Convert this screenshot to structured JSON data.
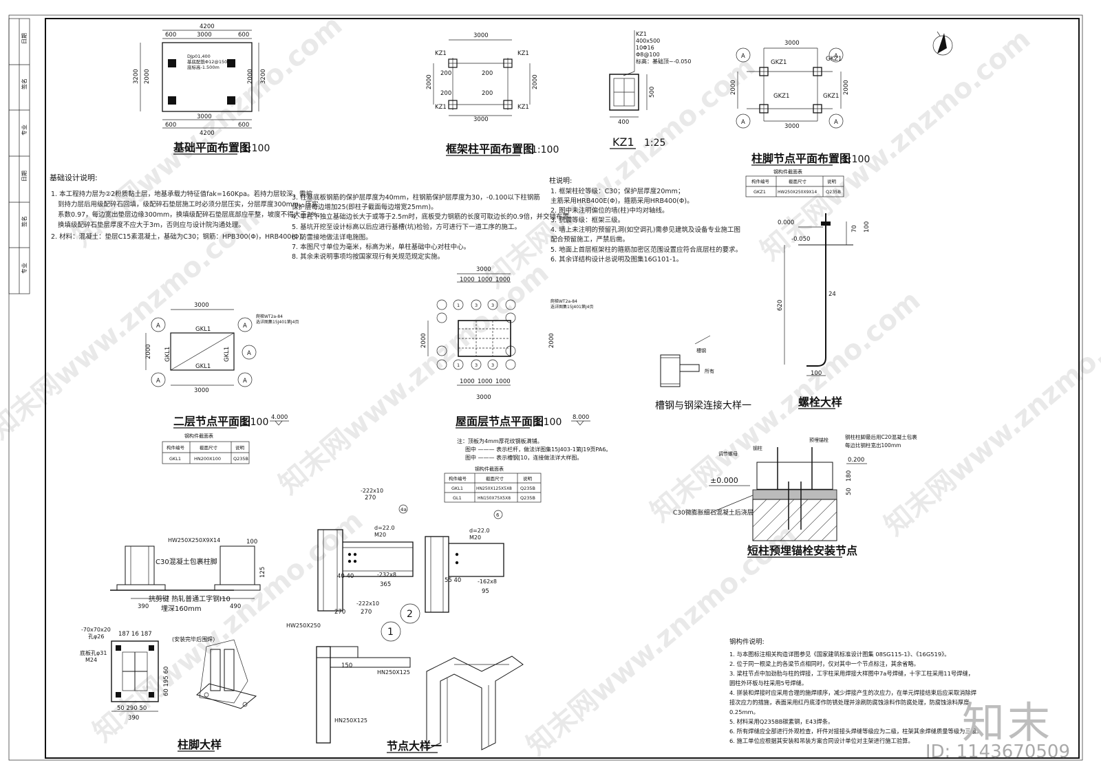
{
  "titles": {
    "foundation_plan": "基础平面布置图",
    "frame_column_plan": "框架柱平面布置图",
    "kz1": "KZ1",
    "column_base_plan": "柱脚节点平面布置图",
    "second_floor_plan": "二层节点平面图",
    "roof_plan": "屋面层节点平面图",
    "bolt_detail": "螺栓大样",
    "channel_beam_detail": "槽钢与钢梁连接大样一",
    "anchor_bolt_node": "短柱预埋锚栓安装节点",
    "column_base_detail": "柱脚大样",
    "joint_detail_1": "节点大样一"
  },
  "scales": {
    "s100": "1:100",
    "s25": "1:25"
  },
  "levels": {
    "second": "4.000",
    "roof": "8.000",
    "zero": "±0.000",
    "bolt_top": "0.000",
    "bolt_base": "-0.050",
    "anchor_top": "0.200"
  },
  "foundation_notes": {
    "heading": "基础设计说明:",
    "lines": [
      "1. 本工程持力层为②2粉质黏土层，地基承载力特征值fak=160Kpa。若持力层较深，需挖",
      "到持力层后用级配碎石回填，级配碎石垫层施工时必须分层压实，分层厚度300mm，压实",
      "系数0.97，每边宽出垫层边缘300mm，换填级配碎石垫层底部应平整，坡度不得大于3%，",
      "换填级配碎石垫层厚度不应大于3m，否则应与设计院沟通处理。",
      "2. 材料：混凝土：垫层C15素混凝土，基础为C30；钢筋：HPB300(Φ)，HRB400(Φ)。"
    ]
  },
  "middle_notes": {
    "lines": [
      "3. 柱基底板钢筋的保护层厚度为40mm，柱钢筋保护层厚度为30，-0.100以下柱钢筋",
      "   保护层每边增加25(即柱子截面每边增宽25mm)。",
      "4. 单柱下独立基础边长大于或等于2.5m时，底板受力钢筋的长度可取边长的0.9倍，并交错布置。",
      "5. 基坑开挖至设计标高以后应进行基槽(坑)检验，方可进行下一道工序的施工。",
      "6. 防雷接地做法详电施图。",
      "7. 本图尺寸单位为毫米，标高为米，单柱基础中心对柱中心。",
      "8. 其余未说明事项均按国家现行有关规范规定实施。"
    ]
  },
  "column_notes": {
    "heading": "柱说明:",
    "lines": [
      "1. 框架柱砼等级：C30；保护层厚度20mm；",
      "   主筋采用HRB400E(Φ)，箍筋采用HRB400(Φ)。",
      "2. 图中未注明偏位的墙(柱)中均对轴线。",
      "3. 抗震等级：框架三级。",
      "4. 墙上未注明的预留孔洞(如空调孔)需参见建筑及设备专业施工图",
      "   配合预留施工，严禁后凿。",
      "5. 地面上首层框架柱的箍筋加密区范围设置应符合底层柱的要求。",
      "6. 其余详结构设计总说明及图集16G101-1。"
    ]
  },
  "steel_notes": {
    "heading": "钢构件说明:",
    "lines": [
      "1. 与本图标注相关构造详图参见《国家建筑标准设计图集 08SG115-1》、《16G519》。",
      "2. 位于同一根梁上的各梁节点相同时，仅对其中一个节点标注，其余省略。",
      "3. 梁柱节点中加劲肋与柱的焊接，工字柱采用焊接大样图中7a号焊缝，十字工柱采用11号焊缝，",
      "   圆柱外环板与柱采用5号焊缝。",
      "4. 拼装和焊接时应采用合理的施焊顺序，减少焊接产生的次应力，在单元焊接结束后应采取消除焊",
      "   接次应力的措施，表面采用红丹底漆作防锈处理并涂刷防腐蚀涂料作防腐处理，防腐蚀涂料厚度",
      "   0.25mm。",
      "5. 材料采用Q235BB碳素钢，E43焊条。",
      "6. 所有焊缝应全部进行外观检查，杆件对接接头焊缝等级应为二级，柱架其余焊缝质量等级为三级。",
      "6. 施工单位应根据其安装和吊装方案合同设计单位对主架进行施工验算。"
    ]
  },
  "tables": {
    "gkz": {
      "caption": "钢构件截面表",
      "headers": [
        "构件编号",
        "截面尺寸",
        "说明"
      ],
      "rows": [
        [
          "GKZ1",
          "HW250X250X9X14",
          "Q235B"
        ]
      ]
    },
    "gkl": {
      "caption": "钢构件截面表",
      "headers": [
        "构件编号",
        "截面尺寸",
        "说明"
      ],
      "rows": [
        [
          "GKL1",
          "HN200X100",
          "Q235B"
        ]
      ]
    },
    "roof": {
      "caption": "钢构件截面表",
      "headers": [
        "构件编号",
        "截面尺寸",
        "说明"
      ],
      "rows": [
        [
          "GKL1",
          "HN250X125X5X8",
          "Q235B"
        ],
        [
          "GL1",
          "HN150X75X5X8",
          "Q235B"
        ]
      ]
    }
  },
  "roof_plan_notes": [
    "注：顶板为4mm厚花纹钢板满铺。",
    "图中 ——— 表示栏杆，做法详图集15J403-1第J19页PA6。",
    "图中 ——— 表示槽钢[10，连接做法详大样图。"
  ],
  "kz1_label": {
    "code": "KZ1",
    "size": "400x500",
    "main_bars": "10Φ16",
    "stirrups": "Φ8@100",
    "elev": "标高：基础顶~-0.050"
  },
  "plan_labels": {
    "kz": "KZ1",
    "gkz": "GKZ1",
    "gkl": "GKL1",
    "axis_a": "A",
    "axis_1": "1",
    "axis_3": "3",
    "stair_ref": "爬梯WT2a-84",
    "stair_ref2": "选详图集15J401第J4页",
    "foot_info_1": "DJp01,400",
    "foot_info_2": "基底配筋Φ12@150",
    "foot_info_3": "底标高-1.500m"
  },
  "detail_labels": {
    "hw_column": "HW250X250X9X14",
    "c30_wrap": "C30混凝土包裹柱脚",
    "shear_key": "抗剪键 热轧普通工字钢I10",
    "embed": "埋深160mm",
    "plate_top": "-70x70x20",
    "hole": "孔φ26",
    "base_hole": "底板孔φ31",
    "m24": "M24",
    "weld_note": "(安装完毕后围焊)",
    "pl1": "-222x10",
    "pl2": "-232x8",
    "pl3": "-162x8",
    "bolt_m20": "M20",
    "d22": "d=22.0",
    "hw250": "HW250X250",
    "hn250": "HN250X125",
    "hn250b": "HN250X125",
    "adjust_nut": "调节螺母",
    "steel_col": "钢柱",
    "anchor": "预埋锚栓",
    "grout": "C30微膨胀细石混凝土后浇层",
    "wrap_note_1": "钢柱柱脚最后用C20混凝土包裹",
    "wrap_note_2": "每边比钢柱宽出100mm",
    "channel": "槽钢",
    "all_round": "所有",
    "circle_1": "1",
    "circle_2": "2"
  },
  "branding": {
    "brand": "知末",
    "id": "ID: 1143670509",
    "watermark": "知末网www.znzmo.com"
  },
  "title_block": [
    "日期",
    "签名",
    "专业",
    "日期",
    "签名",
    "专业"
  ]
}
